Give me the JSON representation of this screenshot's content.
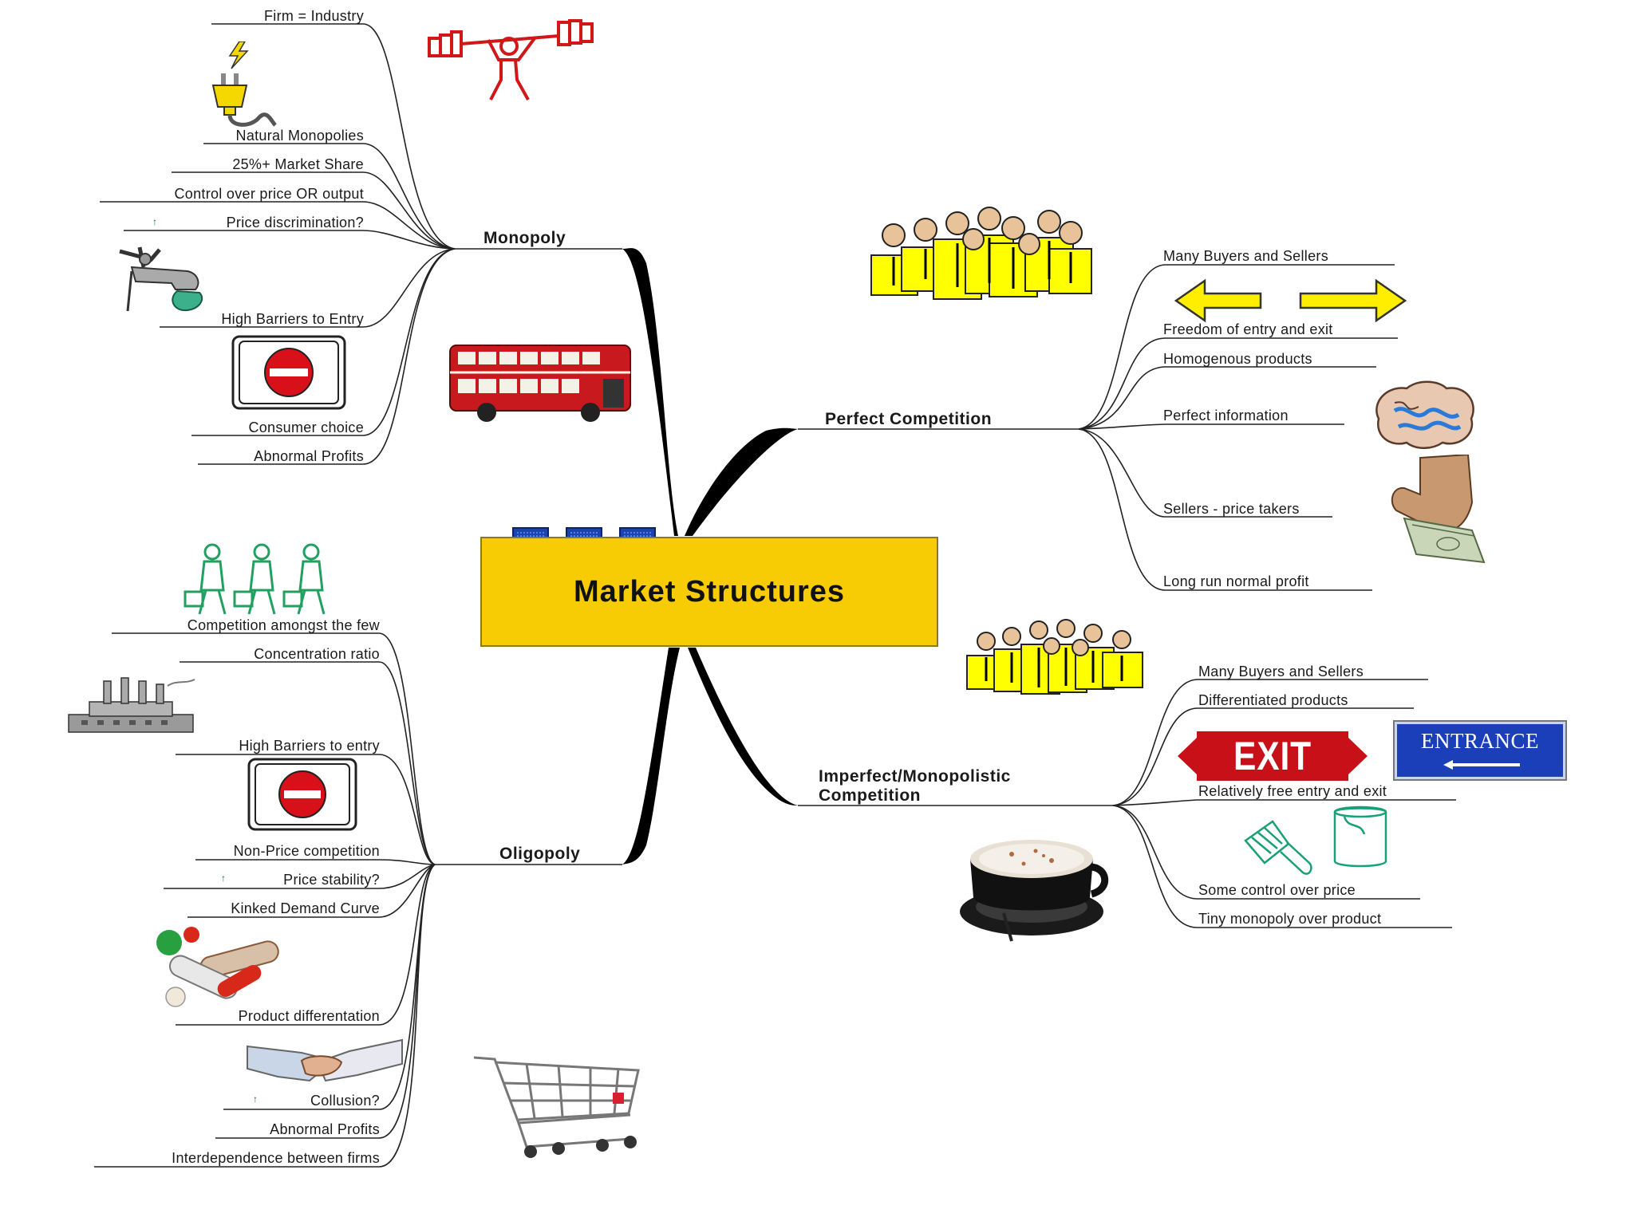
{
  "central": {
    "title": "Market Structures"
  },
  "monopoly": {
    "title": "Monopoly",
    "items": [
      "Firm = Industry",
      "Natural Monopolies",
      "25%+ Market Share",
      "Control over price OR output",
      "Price discrimination?",
      "High Barriers to Entry",
      "Consumer choice",
      "Abnormal Profits"
    ]
  },
  "perfect": {
    "title": "Perfect Competition",
    "items": [
      "Many Buyers and Sellers",
      "Freedom of entry and exit",
      "Homogenous products",
      "Perfect information",
      "Sellers - price takers",
      "Long run normal profit"
    ]
  },
  "oligopoly": {
    "title": "Oligopoly",
    "items": [
      "Competition amongst the few",
      "Concentration ratio",
      "High Barriers to entry",
      "Non-Price competition",
      "Price stability?",
      "Kinked Demand Curve",
      "Product differentation",
      "Collusion?",
      "Abnormal Profits",
      "Interdependence between firms"
    ]
  },
  "imperfect": {
    "title_line1": "Imperfect/Monopolistic",
    "title_line2": "Competition",
    "items": [
      "Many Buyers and Sellers",
      "Differentiated products",
      "Relatively free entry and exit",
      "Some control over price",
      "Tiny monopoly over product"
    ]
  },
  "signs": {
    "exit": "EXIT",
    "entrance": "ENTRANCE"
  },
  "colors": {
    "central_fill": "#f7cc05",
    "tab_blue": "#1c44b0",
    "people_yellow": "#ffff00",
    "stop_red": "#d8101a",
    "exit_red": "#c81018",
    "entrance_blue": "#1a3fb8"
  },
  "icons": [
    "weightlifter-icon",
    "plug-icon",
    "tap-icon",
    "no-entry-icon",
    "bus-icon",
    "crowd-icon",
    "arrows-icon",
    "brain-icon",
    "money-hand-icon",
    "walking-people-icon",
    "factory-icon",
    "pills-icon",
    "handshake-icon",
    "shopping-cart-icon",
    "exit-sign-icon",
    "entrance-sign-icon",
    "paintbrush-icon",
    "coffee-cup-icon"
  ]
}
